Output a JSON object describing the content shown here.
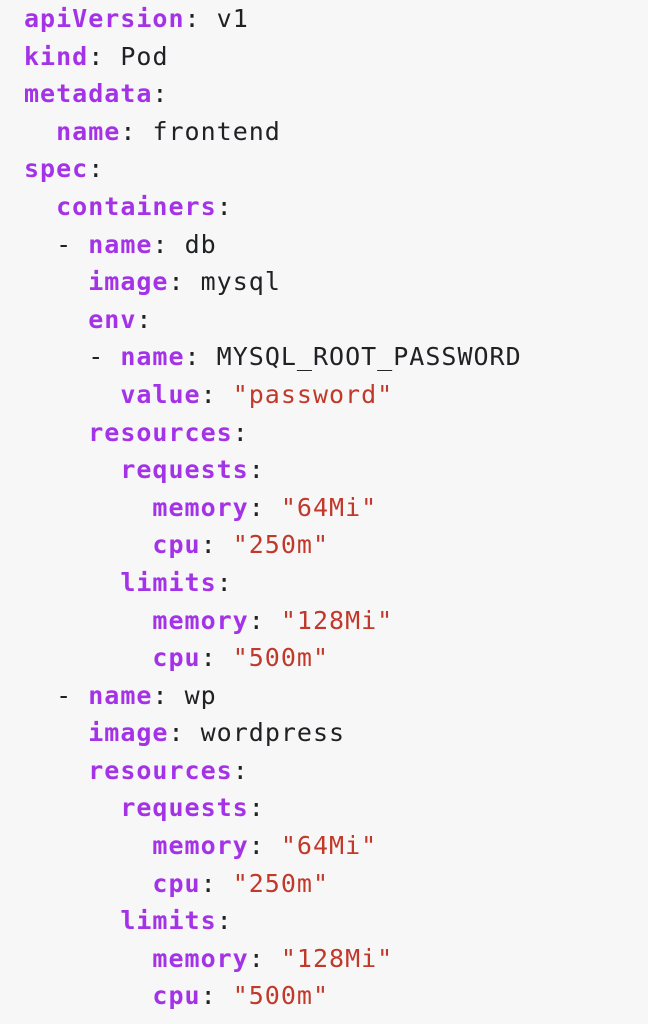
{
  "colors": {
    "background": "#f7f7f7",
    "key": "#a433e8",
    "punctuation": "#202124",
    "string": "#c0392b",
    "plain": "#202124"
  },
  "lines": [
    {
      "indent": 0,
      "dash": false,
      "key": "apiVersion",
      "value": "v1",
      "string": false
    },
    {
      "indent": 0,
      "dash": false,
      "key": "kind",
      "value": "Pod",
      "string": false
    },
    {
      "indent": 0,
      "dash": false,
      "key": "metadata",
      "value": "",
      "string": false
    },
    {
      "indent": 1,
      "dash": false,
      "key": "name",
      "value": "frontend",
      "string": false
    },
    {
      "indent": 0,
      "dash": false,
      "key": "spec",
      "value": "",
      "string": false
    },
    {
      "indent": 1,
      "dash": false,
      "key": "containers",
      "value": "",
      "string": false
    },
    {
      "indent": 1,
      "dash": true,
      "key": "name",
      "value": "db",
      "string": false
    },
    {
      "indent": 2,
      "dash": false,
      "key": "image",
      "value": "mysql",
      "string": false
    },
    {
      "indent": 2,
      "dash": false,
      "key": "env",
      "value": "",
      "string": false
    },
    {
      "indent": 2,
      "dash": true,
      "key": "name",
      "value": "MYSQL_ROOT_PASSWORD",
      "string": false
    },
    {
      "indent": 3,
      "dash": false,
      "key": "value",
      "value": "\"password\"",
      "string": true
    },
    {
      "indent": 2,
      "dash": false,
      "key": "resources",
      "value": "",
      "string": false
    },
    {
      "indent": 3,
      "dash": false,
      "key": "requests",
      "value": "",
      "string": false
    },
    {
      "indent": 4,
      "dash": false,
      "key": "memory",
      "value": "\"64Mi\"",
      "string": true
    },
    {
      "indent": 4,
      "dash": false,
      "key": "cpu",
      "value": "\"250m\"",
      "string": true
    },
    {
      "indent": 3,
      "dash": false,
      "key": "limits",
      "value": "",
      "string": false
    },
    {
      "indent": 4,
      "dash": false,
      "key": "memory",
      "value": "\"128Mi\"",
      "string": true
    },
    {
      "indent": 4,
      "dash": false,
      "key": "cpu",
      "value": "\"500m\"",
      "string": true
    },
    {
      "indent": 1,
      "dash": true,
      "key": "name",
      "value": "wp",
      "string": false
    },
    {
      "indent": 2,
      "dash": false,
      "key": "image",
      "value": "wordpress",
      "string": false
    },
    {
      "indent": 2,
      "dash": false,
      "key": "resources",
      "value": "",
      "string": false
    },
    {
      "indent": 3,
      "dash": false,
      "key": "requests",
      "value": "",
      "string": false
    },
    {
      "indent": 4,
      "dash": false,
      "key": "memory",
      "value": "\"64Mi\"",
      "string": true
    },
    {
      "indent": 4,
      "dash": false,
      "key": "cpu",
      "value": "\"250m\"",
      "string": true
    },
    {
      "indent": 3,
      "dash": false,
      "key": "limits",
      "value": "",
      "string": false
    },
    {
      "indent": 4,
      "dash": false,
      "key": "memory",
      "value": "\"128Mi\"",
      "string": true
    },
    {
      "indent": 4,
      "dash": false,
      "key": "cpu",
      "value": "\"500m\"",
      "string": true
    }
  ]
}
